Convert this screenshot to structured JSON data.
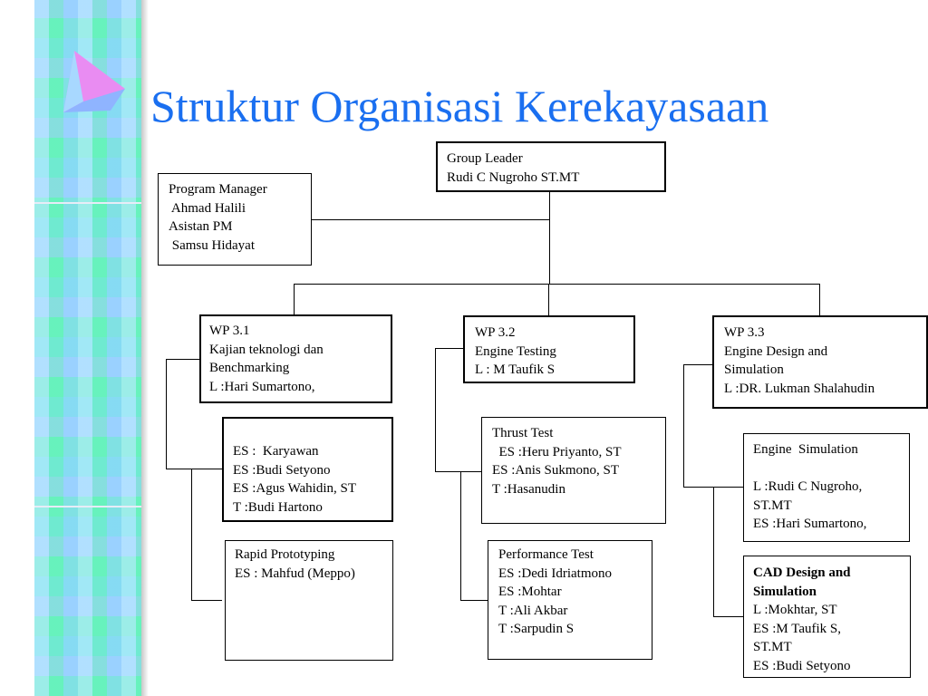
{
  "title": "Struktur Organisasi Kerekayasaan",
  "icon": "triangle-bullet-icon",
  "nodes": {
    "group_leader": "Group Leader\nRudi C Nugroho ST.MT",
    "program_manager": "Program Manager\n Ahmad Halili\nAsistan PM\n Samsu Hidayat",
    "wp31": "WP 3.1\nKajian teknologi dan\nBenchmarking\nL :Hari Sumartono,",
    "wp32": "WP 3.2\nEngine Testing\nL : M Taufik S",
    "wp33": "WP 3.3\nEngine Design and\nSimulation\nL :DR. Lukman Shalahudin",
    "wp31_a": "ES :  Karyawan\nES :Budi Setyono\nES :Agus Wahidin, ST\nT :Budi Hartono",
    "wp31_b": "Rapid Prototyping\nES : Mahfud (Meppo)",
    "wp32_a": "Thrust Test\n  ES :Heru Priyanto, ST\nES :Anis Sukmono, ST\nT :Hasanudin",
    "wp32_b": "Performance Test\nES :Dedi Idriatmono\nES :Mohtar\nT :Ali Akbar\nT :Sarpudin S",
    "wp33_a": "Engine  Simulation\n\nL :Rudi C Nugroho,\nST.MT\nES :Hari Sumartono,",
    "wp33_b_title": "CAD Design and\nSimulation",
    "wp33_b_body": "L :Mokhtar, ST\nES :M Taufik S,\nST.MT\nES :Budi Setyono"
  }
}
